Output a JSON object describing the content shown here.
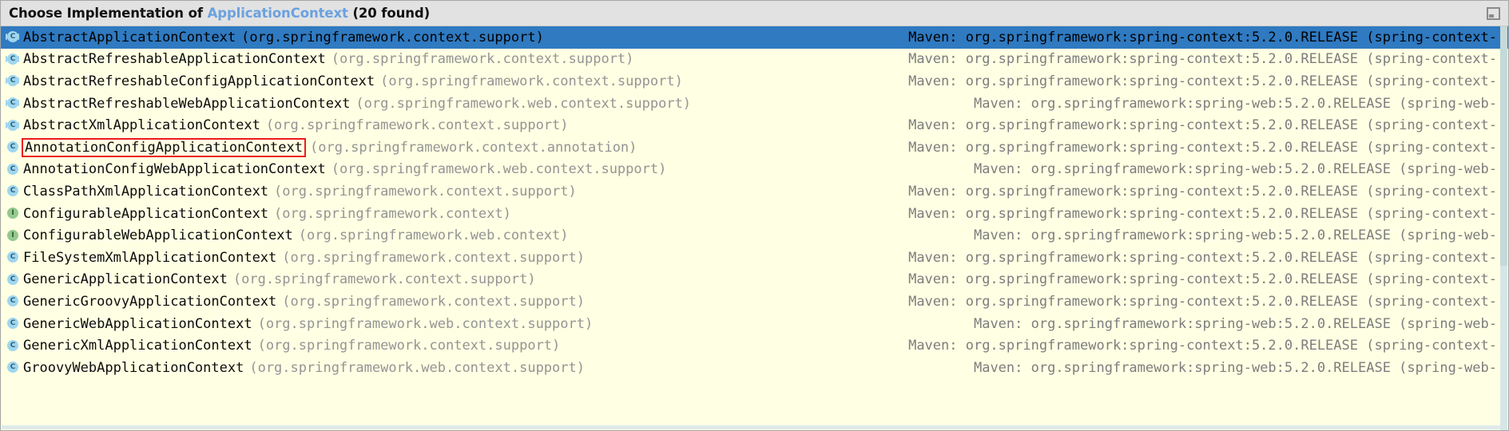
{
  "header": {
    "title_prefix": "Choose Implementation of ",
    "title_type": "ApplicationContext",
    "title_count": " (20 found)",
    "restore_icon": "restore-window-icon",
    "accent_color": "#6aa1e0",
    "background": "#e2e2e2"
  },
  "list": {
    "selection_color": "#2f7ac1",
    "background": "#ffffe4",
    "highlight_box_color": "#ee1b1b",
    "rows": [
      {
        "icon": "abstract-class-icon",
        "kind": "class",
        "abstract": true,
        "name": "AbstractApplicationContext",
        "package": "(org.springframework.context.support)",
        "library": "Maven: org.springframework:spring-context:5.2.0.RELEASE (spring-context-",
        "selected": true,
        "highlighted": false
      },
      {
        "icon": "abstract-class-icon",
        "kind": "class",
        "abstract": true,
        "name": "AbstractRefreshableApplicationContext",
        "package": "(org.springframework.context.support)",
        "library": "Maven: org.springframework:spring-context:5.2.0.RELEASE (spring-context-",
        "selected": false,
        "highlighted": false
      },
      {
        "icon": "abstract-class-icon",
        "kind": "class",
        "abstract": true,
        "name": "AbstractRefreshableConfigApplicationContext",
        "package": "(org.springframework.context.support)",
        "library": "Maven: org.springframework:spring-context:5.2.0.RELEASE (spring-context-",
        "selected": false,
        "highlighted": false
      },
      {
        "icon": "abstract-class-icon",
        "kind": "class",
        "abstract": true,
        "name": "AbstractRefreshableWebApplicationContext",
        "package": "(org.springframework.web.context.support)",
        "library": "Maven: org.springframework:spring-web:5.2.0.RELEASE (spring-web-",
        "selected": false,
        "highlighted": false
      },
      {
        "icon": "abstract-class-icon",
        "kind": "class",
        "abstract": true,
        "name": "AbstractXmlApplicationContext",
        "package": "(org.springframework.context.support)",
        "library": "Maven: org.springframework:spring-context:5.2.0.RELEASE (spring-context-",
        "selected": false,
        "highlighted": false
      },
      {
        "icon": "class-icon",
        "kind": "class",
        "abstract": false,
        "name": "AnnotationConfigApplicationContext",
        "package": "(org.springframework.context.annotation)",
        "library": "Maven: org.springframework:spring-context:5.2.0.RELEASE (spring-context-",
        "selected": false,
        "highlighted": true
      },
      {
        "icon": "class-icon",
        "kind": "class",
        "abstract": false,
        "name": "AnnotationConfigWebApplicationContext",
        "package": "(org.springframework.web.context.support)",
        "library": "Maven: org.springframework:spring-web:5.2.0.RELEASE (spring-web-",
        "selected": false,
        "highlighted": false
      },
      {
        "icon": "class-icon",
        "kind": "class",
        "abstract": false,
        "name": "ClassPathXmlApplicationContext",
        "package": "(org.springframework.context.support)",
        "library": "Maven: org.springframework:spring-context:5.2.0.RELEASE (spring-context-",
        "selected": false,
        "highlighted": false
      },
      {
        "icon": "interface-icon",
        "kind": "interface",
        "abstract": false,
        "name": "ConfigurableApplicationContext",
        "package": "(org.springframework.context)",
        "library": "Maven: org.springframework:spring-context:5.2.0.RELEASE (spring-context-",
        "selected": false,
        "highlighted": false
      },
      {
        "icon": "interface-icon",
        "kind": "interface",
        "abstract": false,
        "name": "ConfigurableWebApplicationContext",
        "package": "(org.springframework.web.context)",
        "library": "Maven: org.springframework:spring-web:5.2.0.RELEASE (spring-web-",
        "selected": false,
        "highlighted": false
      },
      {
        "icon": "class-icon",
        "kind": "class",
        "abstract": false,
        "name": "FileSystemXmlApplicationContext",
        "package": "(org.springframework.context.support)",
        "library": "Maven: org.springframework:spring-context:5.2.0.RELEASE (spring-context-",
        "selected": false,
        "highlighted": false
      },
      {
        "icon": "class-icon",
        "kind": "class",
        "abstract": false,
        "name": "GenericApplicationContext",
        "package": "(org.springframework.context.support)",
        "library": "Maven: org.springframework:spring-context:5.2.0.RELEASE (spring-context-",
        "selected": false,
        "highlighted": false
      },
      {
        "icon": "class-icon",
        "kind": "class",
        "abstract": false,
        "name": "GenericGroovyApplicationContext",
        "package": "(org.springframework.context.support)",
        "library": "Maven: org.springframework:spring-context:5.2.0.RELEASE (spring-context-",
        "selected": false,
        "highlighted": false
      },
      {
        "icon": "class-icon",
        "kind": "class",
        "abstract": false,
        "name": "GenericWebApplicationContext",
        "package": "(org.springframework.web.context.support)",
        "library": "Maven: org.springframework:spring-web:5.2.0.RELEASE (spring-web-",
        "selected": false,
        "highlighted": false
      },
      {
        "icon": "class-icon",
        "kind": "class",
        "abstract": false,
        "name": "GenericXmlApplicationContext",
        "package": "(org.springframework.context.support)",
        "library": "Maven: org.springframework:spring-context:5.2.0.RELEASE (spring-context-",
        "selected": false,
        "highlighted": false
      },
      {
        "icon": "class-icon",
        "kind": "class",
        "abstract": false,
        "name": "GroovyWebApplicationContext",
        "package": "(org.springframework.web.context.support)",
        "library": "Maven: org.springframework:spring-web:5.2.0.RELEASE (spring-web-",
        "selected": false,
        "highlighted": false
      }
    ]
  }
}
